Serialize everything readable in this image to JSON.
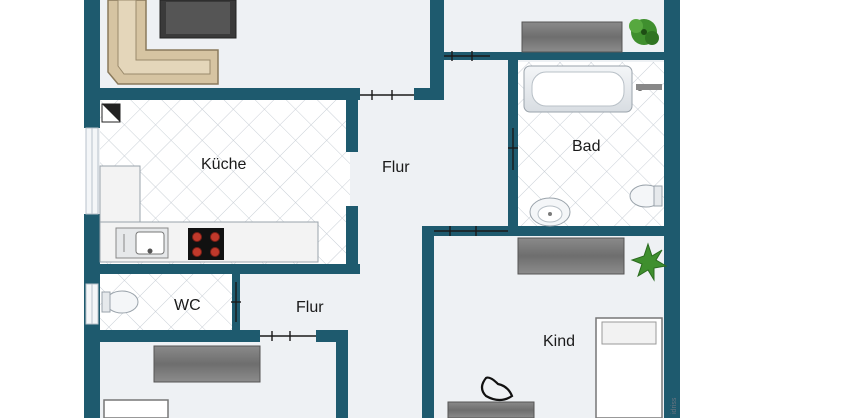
{
  "floorplan": {
    "rooms": [
      {
        "id": "kueche",
        "label": "Küche"
      },
      {
        "id": "flur-main",
        "label": "Flur"
      },
      {
        "id": "bad",
        "label": "Bad"
      },
      {
        "id": "wc",
        "label": "WC"
      },
      {
        "id": "flur-lower",
        "label": "Flur"
      },
      {
        "id": "kind",
        "label": "Kind"
      }
    ],
    "watermark": "idriss",
    "colors": {
      "wall": "#1e5a6e",
      "floor": "#eef1f4",
      "tile": "#ffffff",
      "tile_line": "#c9cfd6",
      "furniture": "#7a7a7a",
      "plant": "#3f8f2e",
      "sofa": "#d6c4a2"
    }
  }
}
